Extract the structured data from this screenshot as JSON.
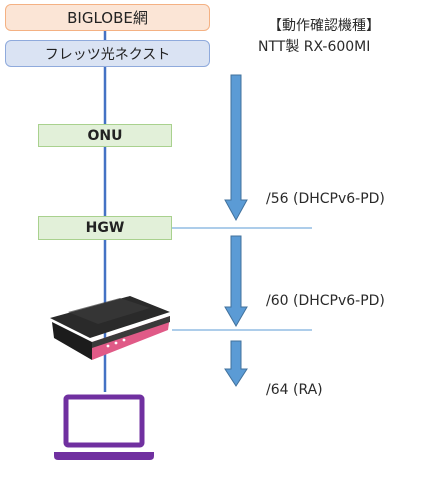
{
  "nodes": {
    "isp": {
      "label": "BIGLOBE網",
      "fill": "#fbe5d6",
      "border": "#f4b183"
    },
    "network": {
      "label": "フレッツ光ネクスト",
      "fill": "#dae3f3",
      "border": "#8faadc"
    },
    "onu": {
      "label": "ONU",
      "fill": "#e2f0d9",
      "border": "#a9d18e"
    },
    "hgw": {
      "label": "HGW",
      "fill": "#e2f0d9",
      "border": "#a9d18e"
    },
    "router": {
      "device": "router-icon",
      "accent": "#e05a87"
    },
    "pc": {
      "device": "laptop-icon",
      "color": "#7030a0"
    }
  },
  "tested_device": {
    "heading": "【動作確認機種】",
    "model": "NTT製 RX-600MI"
  },
  "delegations": [
    {
      "prefix": "/56 (DHCPv6-PD)"
    },
    {
      "prefix": "/60 (DHCPv6-PD)"
    },
    {
      "prefix": "/64 (RA)"
    }
  ],
  "colors": {
    "link_line": "#4472c4",
    "arrow_fill": "#5b9bd5",
    "arrow_stroke": "#41719c",
    "separator": "#5b9bd5"
  }
}
